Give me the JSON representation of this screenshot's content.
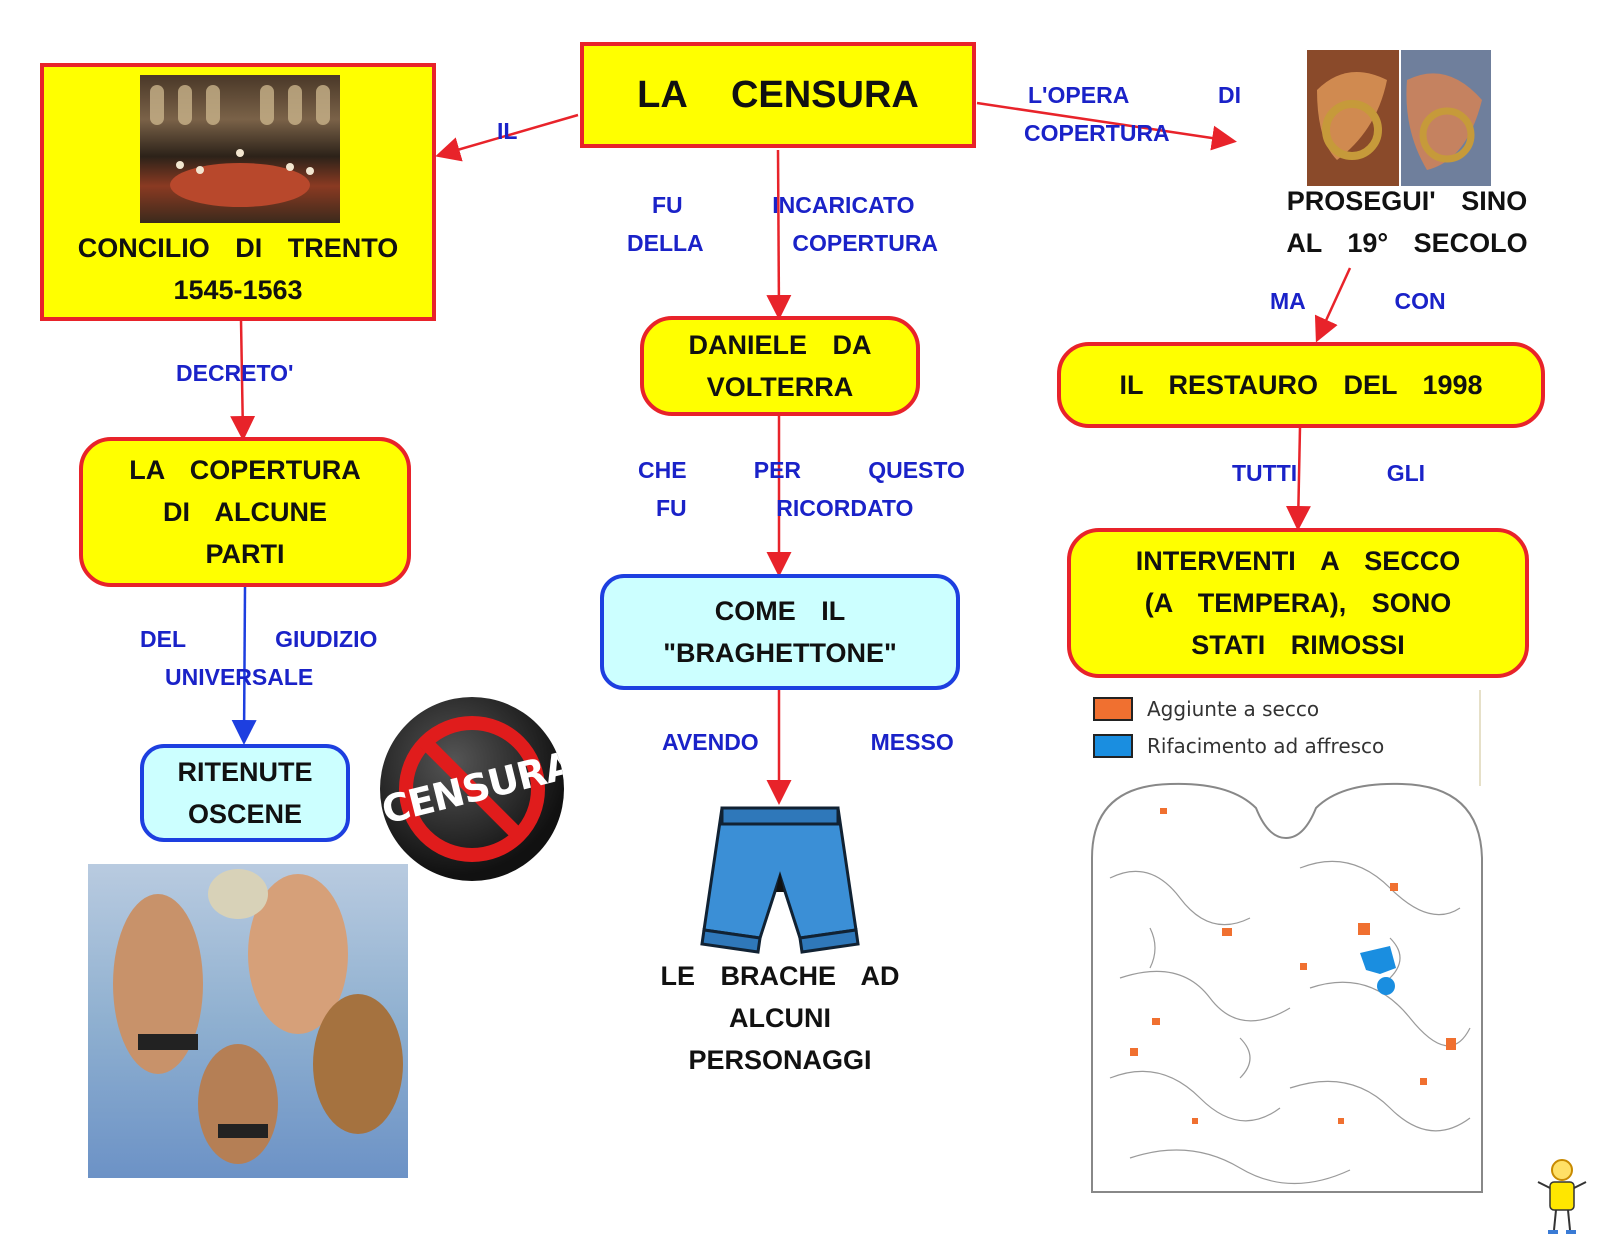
{
  "title": "LA CENSURA",
  "nodes": {
    "concilio": {
      "line1": "CONCILIO DI TRENTO",
      "line2": "1545-1563"
    },
    "copertura_parti": {
      "line1": "LA COPERTURA",
      "line2": "DI ALCUNE",
      "line3": "PARTI"
    },
    "ritenute": {
      "line1": "RITENUTE",
      "line2": "OSCENE"
    },
    "daniele": {
      "line1": "DANIELE DA",
      "line2": "VOLTERRA"
    },
    "braghettone": {
      "line1": "COME IL",
      "line2": "\"BRAGHETTONE\""
    },
    "brache": {
      "line1": "LE BRACHE AD",
      "line2": "ALCUNI",
      "line3": "PERSONAGGI"
    },
    "prosegui": {
      "line1": "PROSEGUI' SINO",
      "line2": "AL 19° SECOLO"
    },
    "restauro": {
      "line1": "IL RESTAURO DEL 1998"
    },
    "interventi": {
      "line1": "INTERVENTI A SECCO",
      "line2": "(A TEMPERA), SONO",
      "line3": "STATI RIMOSSI"
    }
  },
  "links": {
    "il": "IL",
    "decreto": "DECRETO'",
    "del_giudizio": "DEL    GIUDIZIO",
    "universale": "UNIVERSALE",
    "fu_incaricato": "FU    INCARICATO",
    "della_copertura": "DELLA    COPERTURA",
    "che_per_questo": "CHE   PER   QUESTO",
    "fu_ricordato": "FU    RICORDATO",
    "avendo_messo": "AVENDO     MESSO",
    "opera_di": "L'OPERA    DI",
    "copertura": "COPERTURA",
    "ma_con": "MA    CON",
    "tutti_gli": "TUTTI    GLI"
  },
  "badge": {
    "text": "CENSURA"
  },
  "legend": {
    "items": [
      {
        "label": "Aggiunte a secco",
        "color": "#f07030"
      },
      {
        "label": "Rifacimento ad affresco",
        "color": "#1a8ee0"
      }
    ]
  },
  "colors": {
    "box_fill": "#ffff00",
    "box_border": "#e8232a",
    "cyan_fill": "#ccffff",
    "blue_border": "#1d3fe0",
    "link_text": "#1a22c8"
  }
}
